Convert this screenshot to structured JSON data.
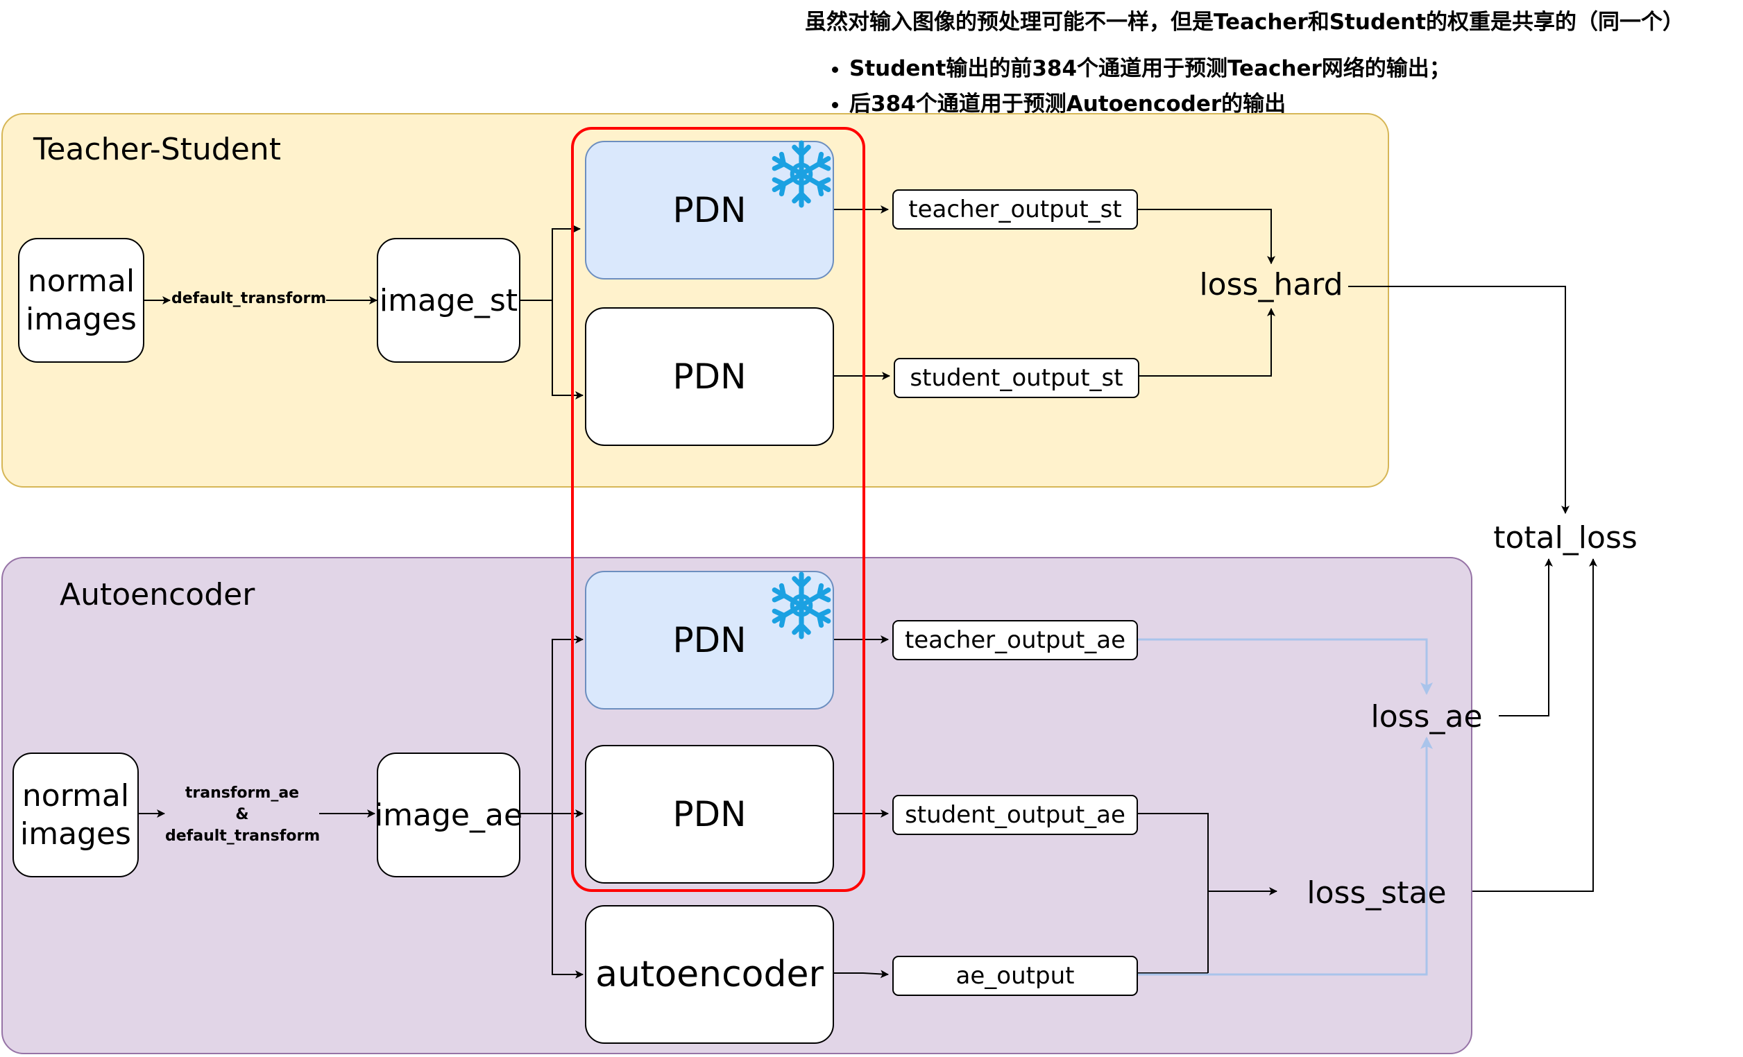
{
  "notes": {
    "heading": "虽然对输入图像的预处理可能不一样，但是Teacher和Student的权重是共享的（同一个）",
    "bullets": [
      "Student输出的前384个通道用于预测Teacher网络的输出；",
      "后384个通道用于预测Autoencoder的输出"
    ]
  },
  "groups": {
    "teacher_student": "Teacher-Student",
    "autoencoder": "Autoencoder"
  },
  "top_row": {
    "input": "normal\nimages",
    "transform": "default_transform",
    "image": "image_st",
    "pdn_teacher": "PDN",
    "pdn_student": "PDN",
    "teacher_output": "teacher_output_st",
    "student_output": "student_output_st",
    "loss": "loss_hard"
  },
  "bottom_row": {
    "input": "normal\nimages",
    "transform_line1": "transform_ae",
    "transform_line2": "&",
    "transform_line3": "default_transform",
    "image": "image_ae",
    "pdn_teacher": "PDN",
    "pdn_student": "PDN",
    "autoencoder": "autoencoder",
    "teacher_output": "teacher_output_ae",
    "student_output": "student_output_ae",
    "ae_output": "ae_output",
    "loss_ae": "loss_ae",
    "loss_stae": "loss_stae"
  },
  "total_loss": "total_loss",
  "icons": {
    "frozen": "snowflake-icon"
  },
  "colors": {
    "ts_group_fill": "#fff2cc",
    "ae_group_fill": "#e1d5e7",
    "frozen_fill": "#dae8fc",
    "highlight_border": "#ff0000",
    "blue_arrows": "#a9c4eb",
    "snowflake": "#1ba1e2"
  }
}
